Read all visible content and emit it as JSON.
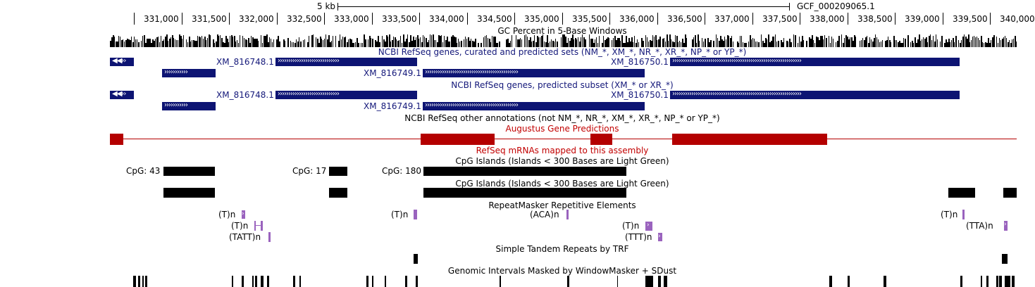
{
  "ruler": {
    "scale_label": "5 kb",
    "assembly": "GCF_000209065.1",
    "ticks": [
      "331,000",
      "331,500",
      "332,000",
      "332,500",
      "333,000",
      "333,500",
      "334,000",
      "334,500",
      "335,000",
      "335,500",
      "336,000",
      "336,500",
      "337,000",
      "337,500",
      "338,000",
      "338,500",
      "339,000",
      "339,500",
      "340,000"
    ]
  },
  "tracks": {
    "gc_percent": "GC Percent in 5-Base Windows",
    "refseq_all": "NCBI RefSeq genes, curated and predicted sets (NM_*, XM_*, NR_*, XR_*, NP_* or YP_*)",
    "refseq_predicted": "NCBI RefSeq genes, predicted subset (XM_* or XR_*)",
    "refseq_other": "NCBI RefSeq other annotations (not NM_*, NR_*, XM_*, XR_*, NP_* or YP_*)",
    "augustus": "Augustus Gene Predictions",
    "refseq_mrna": "RefSeq mRNAs mapped to this assembly",
    "cpg_1": "CpG Islands (Islands < 300 Bases are Light Green)",
    "cpg_2": "CpG Islands (Islands < 300 Bases are Light Green)",
    "repeatmasker": "RepeatMasker Repetitive Elements",
    "trf": "Simple Tandem Repeats by TRF",
    "windowmasker": "Genomic Intervals Masked by WindowMasker + SDust"
  },
  "genes": {
    "g1": "XM_816748.1",
    "g2": "XM_816749.1",
    "g3": "XM_816750.1"
  },
  "cpg_islands": {
    "c1": "CpG: 43",
    "c2": "CpG: 17",
    "c3": "CpG: 180"
  },
  "repeats": {
    "r1": "(T)n",
    "r2": "(T)n",
    "r3": "(TATT)n",
    "r4": "(T)n",
    "r5": "(ACA)n",
    "r6": "(T)n",
    "r7": "(TTT)n",
    "r8": "(T)n",
    "r9": "(TTA)n"
  },
  "colors": {
    "refseq_gene": "#0d1473",
    "augustus": "#b40000",
    "repeatmasker": "#9a63be",
    "cpg": "#000000"
  }
}
